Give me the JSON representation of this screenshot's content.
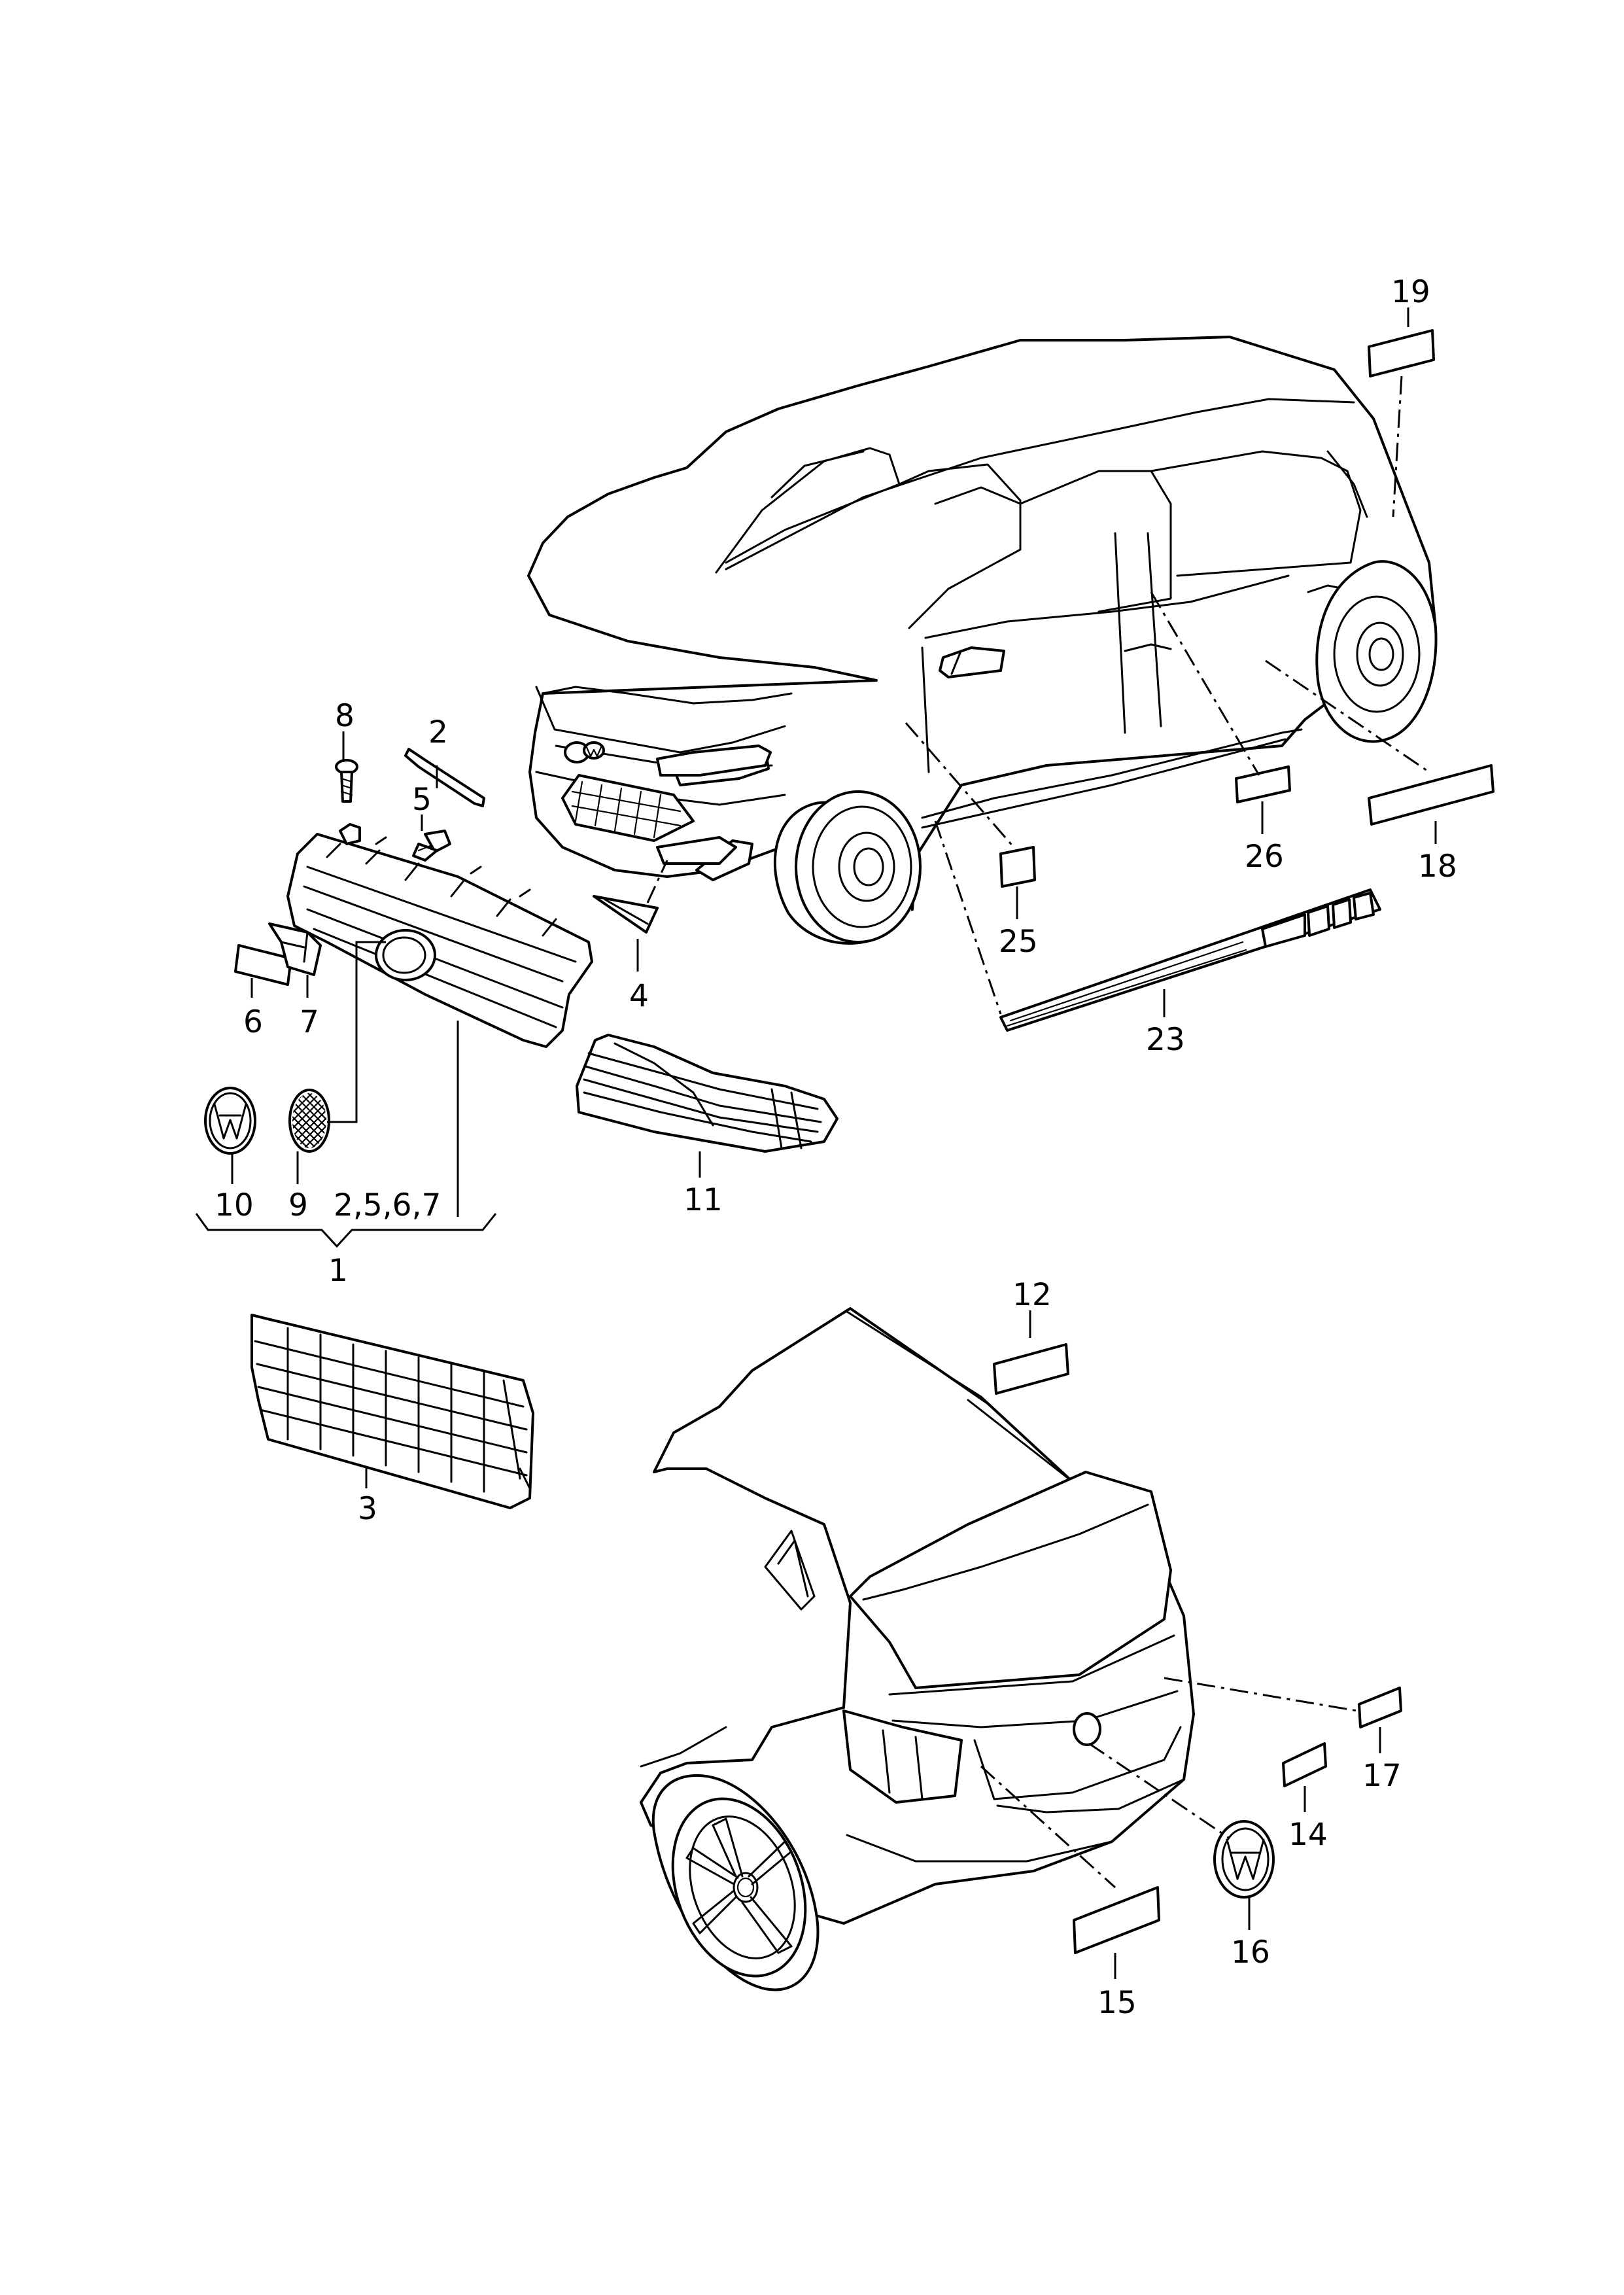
{
  "callouts": {
    "c1": "1",
    "c2": "2",
    "c3": "3",
    "c4": "4",
    "c5": "5",
    "c6": "6",
    "c7": "7",
    "c8": "8",
    "c9": "9",
    "c10": "10",
    "c11": "11",
    "c12": "12",
    "c14": "14",
    "c15": "15",
    "c16": "16",
    "c17": "17",
    "c18": "18",
    "c19": "19",
    "c23": "23",
    "c25": "25",
    "c26": "26",
    "c2567": "2,5,6,7"
  },
  "icons": [
    "vw-emblem-icon"
  ]
}
